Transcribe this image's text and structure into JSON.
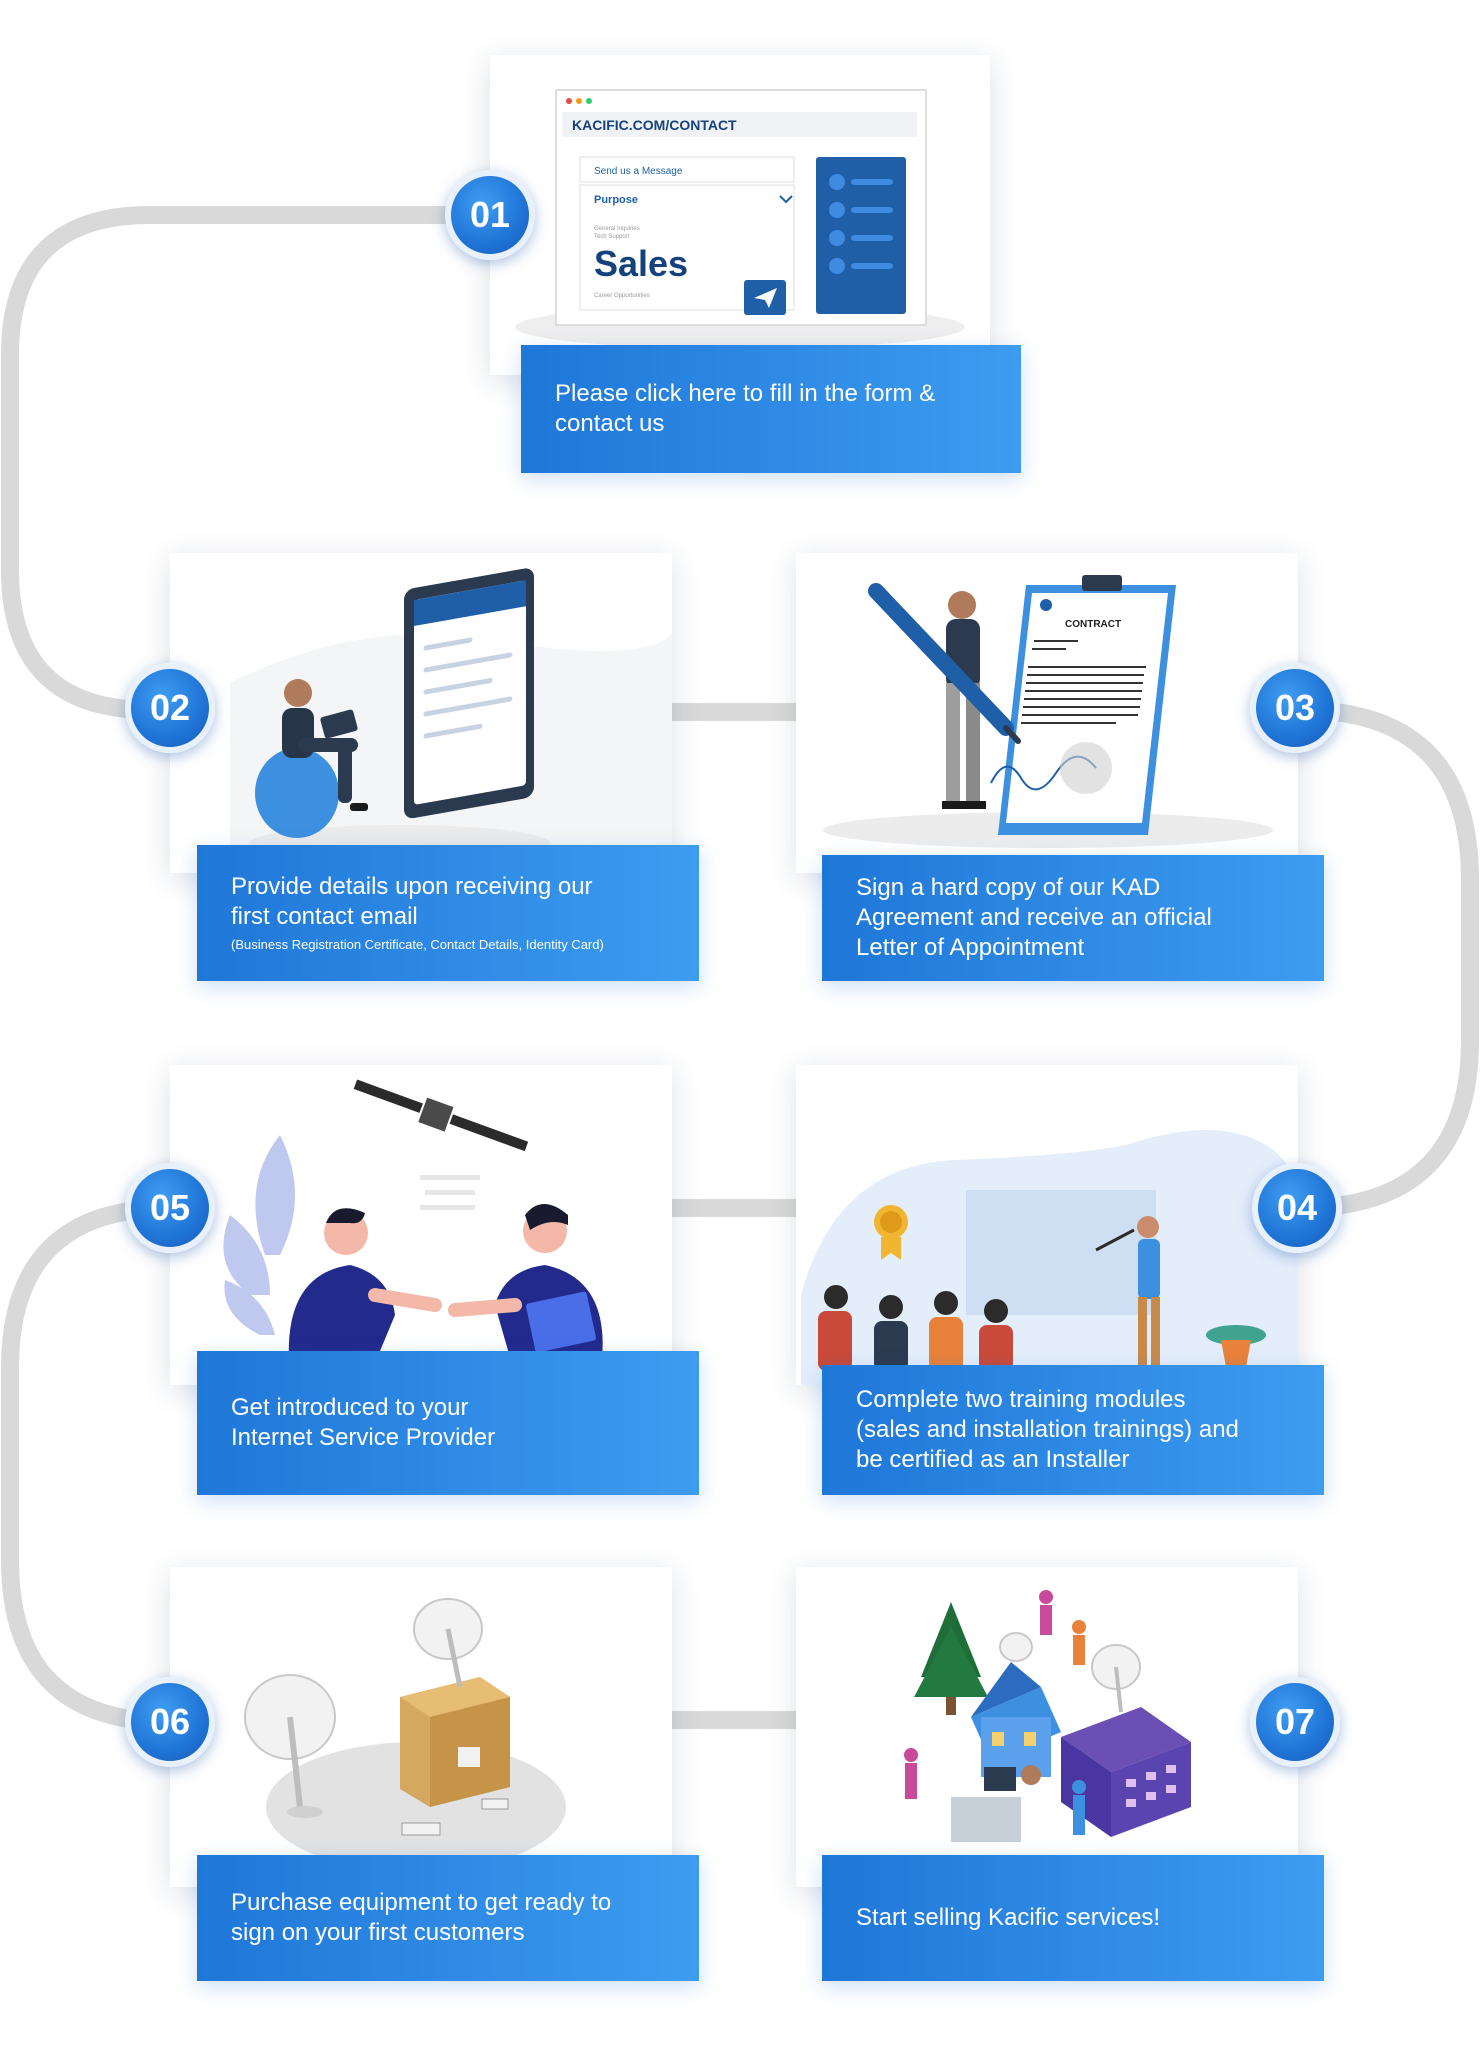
{
  "steps": [
    {
      "number": "01",
      "lines": [
        "Please click here to fill in the form &",
        "contact us"
      ]
    },
    {
      "number": "02",
      "lines": [
        "Provide details upon receiving our",
        "first contact email"
      ],
      "note": "(Business Registration Certificate, Contact Details, Identity Card)"
    },
    {
      "number": "03",
      "lines": [
        "Sign a hard copy of our KAD",
        "Agreement and receive an official",
        "Letter of Appointment"
      ]
    },
    {
      "number": "04",
      "lines": [
        "Complete two training modules",
        "(sales and installation trainings) and",
        "be certified as an Installer"
      ]
    },
    {
      "number": "05",
      "lines": [
        "Get introduced to your",
        "Internet Service Provider"
      ]
    },
    {
      "number": "06",
      "lines": [
        "Purchase equipment to get ready to",
        "sign on your first customers"
      ]
    },
    {
      "number": "07",
      "lines": [
        "Start selling Kacific services!"
      ]
    }
  ],
  "contact_form": {
    "url": "KACIFIC.COM/CONTACT",
    "send_label": "Send us a Message",
    "purpose_label": "Purpose",
    "options": [
      "General Inquiries",
      "Tech Support"
    ],
    "selected": "Sales",
    "last_option": "Career Opportunities"
  },
  "contract_title": "CONTRACT",
  "form_title": "FORM",
  "colors": {
    "accent": "#1f77d8",
    "accent_light": "#3d9cf0",
    "connector": "#d9d9d9"
  }
}
